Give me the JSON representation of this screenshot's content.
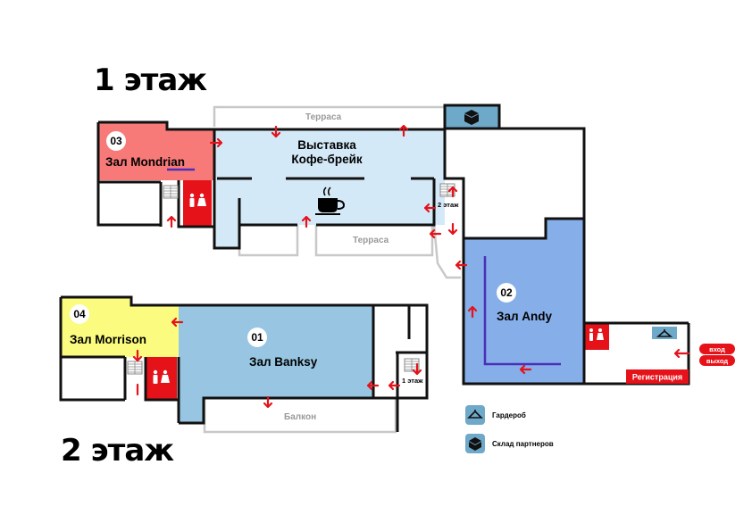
{
  "floors": {
    "first": "1 этаж",
    "second": "2 этаж"
  },
  "halls": {
    "mondrian": {
      "num": "03",
      "name": "Зал Mondrian",
      "color": "#f87a78"
    },
    "andy": {
      "num": "02",
      "name": "Зал Andy",
      "color": "#86aee8"
    },
    "morrison": {
      "num": "04",
      "name": "Зал Morrison",
      "color": "#fafb7f"
    },
    "banksy": {
      "num": "01",
      "name": "Зал Banksy",
      "color": "#98c6e2"
    }
  },
  "areas": {
    "expo_line1": "Выставка",
    "expo_line2": "Кофе-брейк",
    "expo_color": "#d4e9f7"
  },
  "terraces": {
    "top": "Терраса",
    "bottom": "Терраса",
    "balcony": "Балкон"
  },
  "stairs": {
    "to_second": "2 этаж",
    "to_first": "1 этаж"
  },
  "entrance": {
    "in": "вход",
    "out": "выход",
    "registration": "Регистрация"
  },
  "legend": {
    "wardrobe": "Гардероб",
    "partner_storage": "Склад партнеров"
  },
  "colors": {
    "accent_red": "#e5121a",
    "legend_blue": "#6fa9c9",
    "path_purple": "#4b2fb8"
  },
  "icons": {
    "coffee": "coffee-cup-icon",
    "wc": "restroom-icon",
    "hanger": "hanger-icon",
    "box": "box-icon",
    "stairs": "stairs-icon"
  }
}
